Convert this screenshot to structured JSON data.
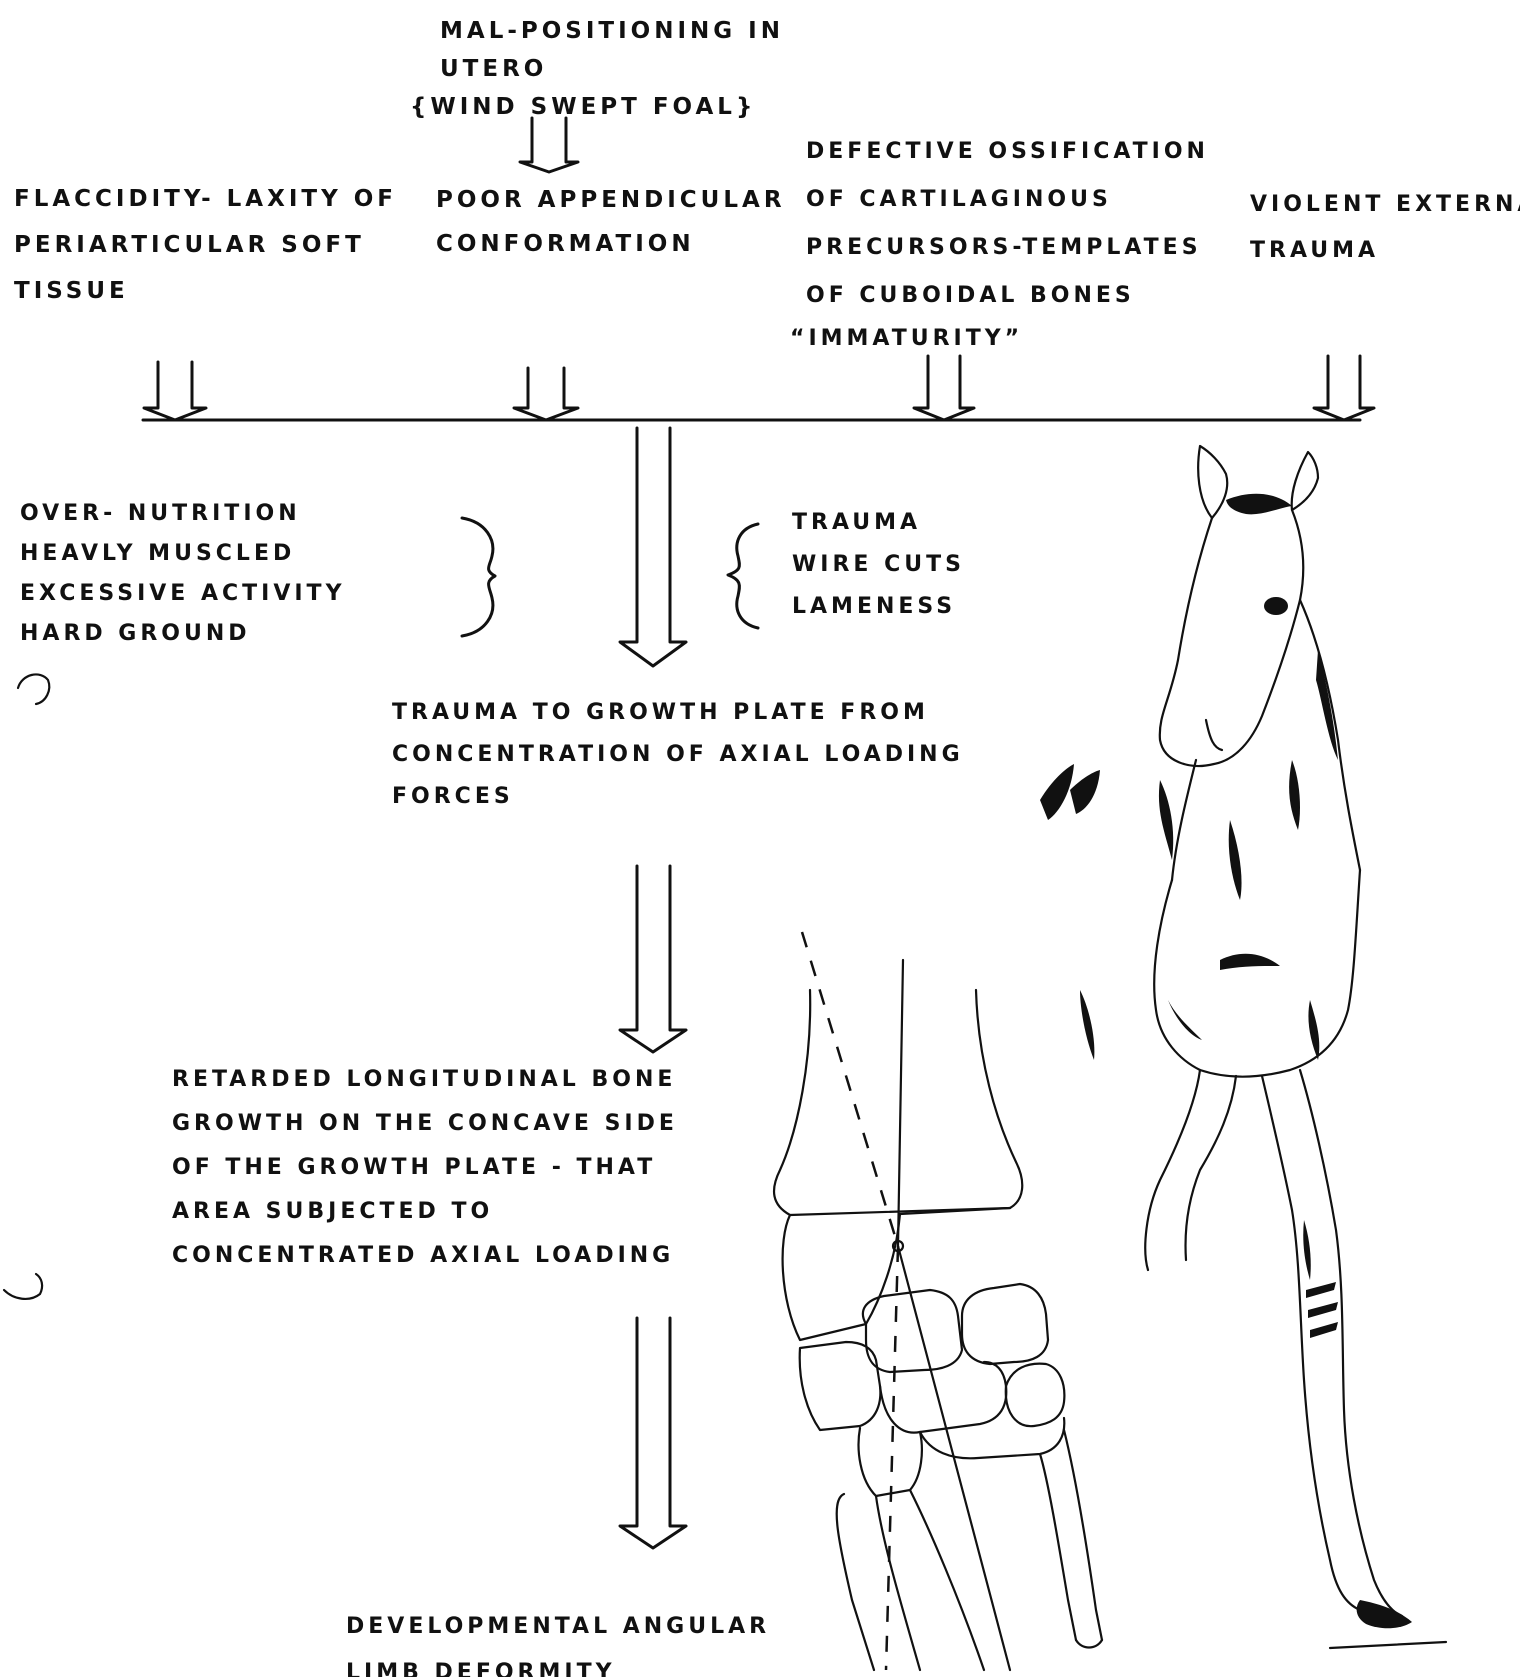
{
  "causes": {
    "malpositioning": [
      "MAL-POSITIONING IN",
      "UTERO",
      "{WIND SWEPT FOAL}"
    ],
    "flaccidity": [
      "FLACCIDITY- LAXITY OF",
      "PERIARTICULAR SOFT",
      "TISSUE"
    ],
    "poor_conformation": [
      "POOR APPENDICULAR",
      "CONFORMATION"
    ],
    "defective_ossification": [
      "DEFECTIVE OSSIFICATION",
      "OF CARTILAGINOUS",
      "PRECURSORS-TEMPLATES",
      "OF CUBOIDAL BONES",
      "“IMMATURITY”"
    ],
    "violent_trauma": [
      "VIOLENT EXTERNAL",
      "TRAUMA"
    ]
  },
  "contributing_left": [
    "OVER- NUTRITION",
    "HEAVLY MUSCLED",
    "EXCESSIVE ACTIVITY",
    "HARD GROUND"
  ],
  "contributing_right": [
    "TRAUMA",
    "WIRE CUTS",
    "LAMENESS"
  ],
  "stage_trauma": [
    "TRAUMA TO GROWTH PLATE FROM",
    "CONCENTRATION OF AXIAL LOADING",
    "FORCES"
  ],
  "stage_retarded": [
    "RETARDED LONGITUDINAL BONE",
    "GROWTH ON THE CONCAVE SIDE",
    "OF THE GROWTH PLATE - THAT",
    "AREA SUBJECTED TO",
    "CONCENTRATED AXIAL LOADING"
  ],
  "outcome": [
    "DEVELOPMENTAL ANGULAR",
    "LIMB DEFORMITY"
  ]
}
